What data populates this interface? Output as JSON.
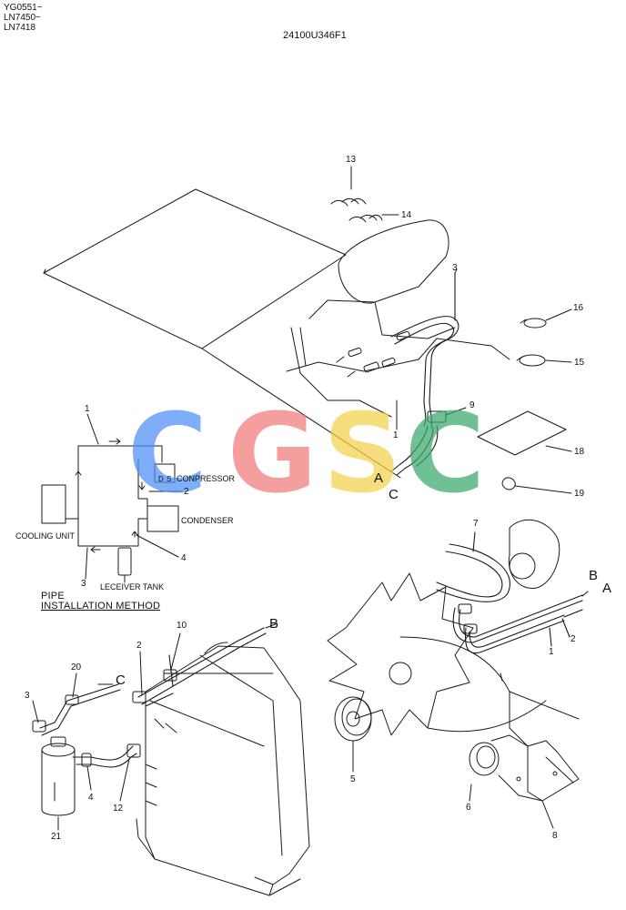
{
  "header": {
    "serial_lines": [
      "YG0551~",
      "LN7450~",
      "LN7418"
    ],
    "drawing_code": "24100U346F1"
  },
  "watermark": {
    "letters": [
      {
        "char": "C",
        "color": "#4f8ef5"
      },
      {
        "char": "G",
        "color": "#f07a78"
      },
      {
        "char": "S",
        "color": "#f5d24a"
      },
      {
        "char": "C",
        "color": "#3aa86e"
      }
    ]
  },
  "callouts": {
    "p13": "13",
    "p14": "14",
    "p3_top": "3",
    "p16": "16",
    "p15": "15",
    "p9": "9",
    "p1_top": "1",
    "p18": "18",
    "p19": "19",
    "p7": "7",
    "p2_right": "2",
    "p1_right": "1",
    "p5": "5",
    "p6": "6",
    "p8": "8",
    "p10": "10",
    "p2_left": "2",
    "p20": "20",
    "p3_left": "3",
    "p21": "21",
    "p4_left": "4",
    "p12": "12"
  },
  "connection_letters": {
    "a_top": "A",
    "c_top": "C",
    "b_right": "B",
    "a_right": "A",
    "b_left": "B",
    "c_left": "C"
  },
  "schematic": {
    "label_1": "1",
    "label_2": "2",
    "label_3": "3",
    "label_4": "4",
    "compressor": "CONPRESSOR",
    "condenser": "CONDENSER",
    "cooling_unit": "COOLING UNIT",
    "receiver_tank": "LECEIVER TANK",
    "port_d": "D",
    "port_s": "S",
    "title_line1": "PIPE",
    "title_line2": "INSTALLATION METHOD"
  }
}
